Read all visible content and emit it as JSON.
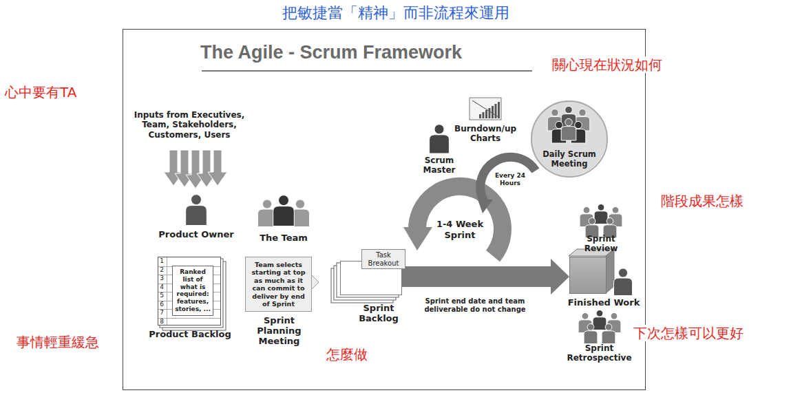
{
  "diagram": {
    "title": "把敏捷當「精神」而非流程來運用",
    "nodes": [
      {
        "text": [
          "The Agile - Scrum Framework"
        ]
      },
      {
        "text": [
          "Ranked list of what is required: features, stories, ...",
          "Product Backlog"
        ],
        "in": 0
      },
      {
        "text": [
          "Team selects starting at top as much as it can commit to deliver by end of Sprint",
          "Sprint Planning Meeting"
        ],
        "in": 0
      },
      {
        "text": [
          "Task Breakout",
          "Sprint Backlog"
        ],
        "in": 0
      },
      {
        "text": [
          "Daily Scrum Meeting"
        ],
        "in": 0
      },
      {
        "text": [
          "Finished Work"
        ],
        "in": 0
      }
    ],
    "edges": [
      {
        "from": 3,
        "to": 5,
        "arrow": "to"
      }
    ],
    "labels": [
      "Inputs from Executives, Team, Stakeholders, Customers, Users",
      "Product Owner",
      "The Team",
      "Scrum Master",
      "Burndown/up Charts",
      "Every 24 Hours",
      "1-4 Week Sprint",
      "Sprint end date and team deliverable do not change",
      "Sprint Review",
      "Sprint Retrospective",
      "1",
      "2",
      "3",
      "4",
      "5",
      "6",
      "7",
      "8",
      "心中要有TA",
      "關心現在狀況如何",
      "階段成果怎樣",
      "事情輕重緩急",
      "怎麼做",
      "下次怎樣可以更好"
    ]
  }
}
